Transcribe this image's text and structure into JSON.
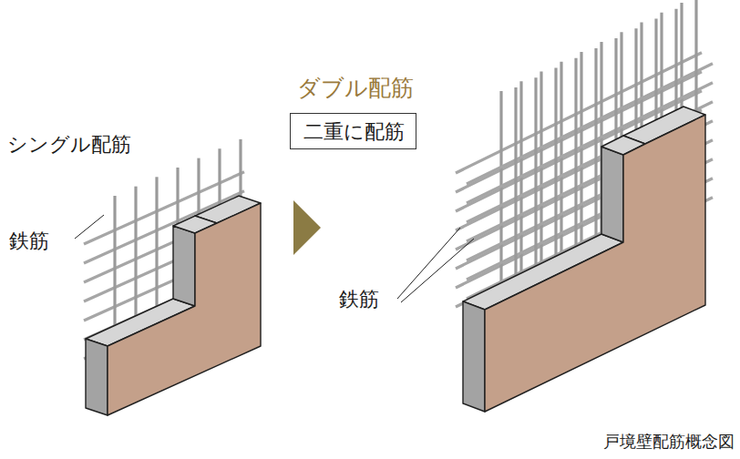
{
  "diagram": {
    "caption": "戸境壁配筋概念図",
    "nodes": [
      {
        "text": [
          "二重に配筋"
        ]
      }
    ],
    "labels": [
      "シングル配筋",
      "鉄筋",
      "ダブル配筋",
      "鉄筋"
    ]
  }
}
